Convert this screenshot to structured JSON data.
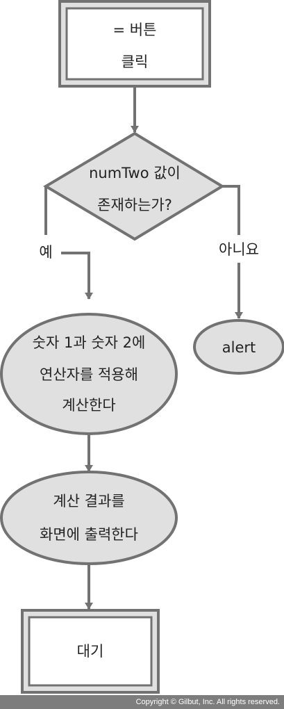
{
  "colors": {
    "node_fill": "#e0e0e0",
    "stroke": "#727272",
    "text": "#222222",
    "footer_bg": "#7d7d7d"
  },
  "nodes": {
    "start": {
      "lines": [
        "= 버튼",
        "클릭"
      ]
    },
    "decision": {
      "lines": [
        "numTwo 값이",
        "존재하는가?"
      ]
    },
    "compute": {
      "lines": [
        "숫자 1과 숫자 2에",
        "연산자를 적용해",
        "계산한다"
      ]
    },
    "alert": {
      "lines": [
        "alert"
      ]
    },
    "display": {
      "lines": [
        "계산 결과를",
        "화면에 출력한다"
      ]
    },
    "wait": {
      "lines": [
        "대기"
      ]
    }
  },
  "edges": {
    "yes_label": "예",
    "no_label": "아니요"
  },
  "footer": {
    "copyright": "Copyright © Gilbut, Inc. All rights reserved."
  }
}
